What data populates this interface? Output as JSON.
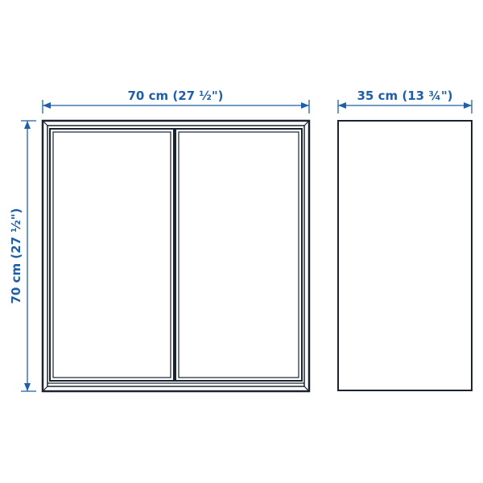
{
  "colors": {
    "dimension": "#1f5fa8",
    "outline": "#1b2330",
    "background": "#ffffff"
  },
  "dimensions": {
    "width": "70 cm (27 ½\")",
    "height": "70 cm (27 ½\")",
    "depth": "35 cm (13 ¾\")"
  }
}
